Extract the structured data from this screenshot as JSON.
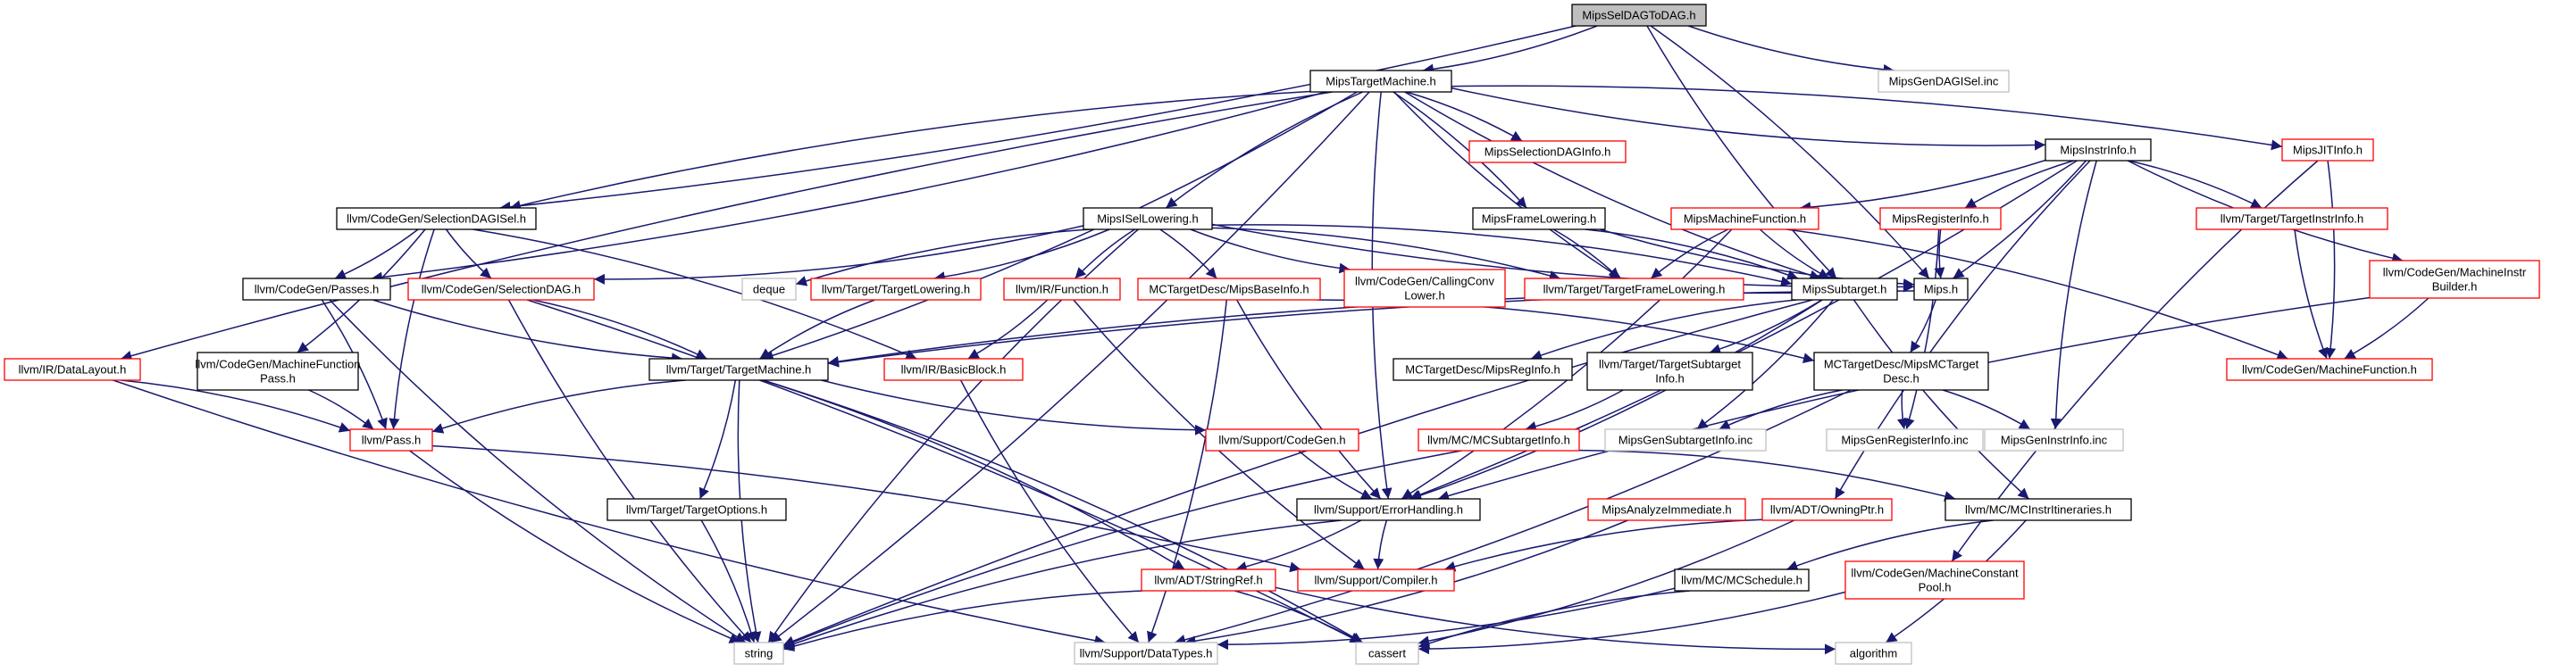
{
  "colors": {
    "edge": "#191970",
    "root_fill": "#bfbfbf",
    "black_border": "#000000",
    "red_border": "#ff0000",
    "gray_border": "#bfbfbf"
  },
  "nodes": {
    "root": {
      "label": [
        "MipsSelDAGToDAG.h"
      ],
      "style": "root"
    },
    "mtm": {
      "label": [
        "MipsTargetMachine.h"
      ],
      "style": "black"
    },
    "mgdis": {
      "label": [
        "MipsGenDAGISel.inc"
      ],
      "style": "gray"
    },
    "sdis": {
      "label": [
        "llvm/CodeGen/SelectionDAGISel.h"
      ],
      "style": "black"
    },
    "msdi": {
      "label": [
        "MipsSelectionDAGInfo.h"
      ],
      "style": "red"
    },
    "mii": {
      "label": [
        "MipsInstrInfo.h"
      ],
      "style": "black"
    },
    "mjit": {
      "label": [
        "MipsJITInfo.h"
      ],
      "style": "red"
    },
    "msl": {
      "label": [
        "MipsISelLowering.h"
      ],
      "style": "black"
    },
    "mfl": {
      "label": [
        "MipsFrameLowering.h"
      ],
      "style": "black"
    },
    "mmf": {
      "label": [
        "MipsMachineFunction.h"
      ],
      "style": "red"
    },
    "mri": {
      "label": [
        "MipsRegisterInfo.h"
      ],
      "style": "red"
    },
    "tii": {
      "label": [
        "llvm/Target/TargetInstrInfo.h"
      ],
      "style": "red"
    },
    "mib": {
      "label": [
        "llvm/CodeGen/MachineInstr",
        "Builder.h"
      ],
      "style": "red"
    },
    "passes": {
      "label": [
        "llvm/CodeGen/Passes.h"
      ],
      "style": "black"
    },
    "sdag": {
      "label": [
        "llvm/CodeGen/SelectionDAG.h"
      ],
      "style": "red"
    },
    "deque": {
      "label": [
        "deque"
      ],
      "style": "gray"
    },
    "tl": {
      "label": [
        "llvm/Target/TargetLowering.h"
      ],
      "style": "red"
    },
    "func": {
      "label": [
        "llvm/IR/Function.h"
      ],
      "style": "red"
    },
    "mbi": {
      "label": [
        "MCTargetDesc/MipsBaseInfo.h"
      ],
      "style": "red"
    },
    "ccl": {
      "label": [
        "llvm/CodeGen/CallingConv",
        "Lower.h"
      ],
      "style": "red"
    },
    "tfl": {
      "label": [
        "llvm/Target/TargetFrameLowering.h"
      ],
      "style": "red"
    },
    "ms": {
      "label": [
        "MipsSubtarget.h"
      ],
      "style": "black"
    },
    "mips": {
      "label": [
        "Mips.h"
      ],
      "style": "black"
    },
    "dl": {
      "label": [
        "llvm/IR/DataLayout.h"
      ],
      "style": "red"
    },
    "mfp": {
      "label": [
        "llvm/CodeGen/MachineFunction",
        "Pass.h"
      ],
      "style": "black"
    },
    "ttm": {
      "label": [
        "llvm/Target/TargetMachine.h"
      ],
      "style": "black"
    },
    "bb": {
      "label": [
        "llvm/IR/BasicBlock.h"
      ],
      "style": "red"
    },
    "mreg": {
      "label": [
        "MCTargetDesc/MipsRegInfo.h"
      ],
      "style": "black"
    },
    "tsi": {
      "label": [
        "llvm/Target/TargetSubtarget",
        "Info.h"
      ],
      "style": "black"
    },
    "mmctd": {
      "label": [
        "MCTargetDesc/MipsMCTarget",
        "Desc.h"
      ],
      "style": "black"
    },
    "mf": {
      "label": [
        "llvm/CodeGen/MachineFunction.h"
      ],
      "style": "red"
    },
    "pass": {
      "label": [
        "llvm/Pass.h"
      ],
      "style": "red"
    },
    "cg": {
      "label": [
        "llvm/Support/CodeGen.h"
      ],
      "style": "red"
    },
    "mcsti": {
      "label": [
        "llvm/MC/MCSubtargetInfo.h"
      ],
      "style": "red"
    },
    "mgsi": {
      "label": [
        "MipsGenSubtargetInfo.inc"
      ],
      "style": "gray"
    },
    "mgri": {
      "label": [
        "MipsGenRegisterInfo.inc"
      ],
      "style": "gray"
    },
    "mgii": {
      "label": [
        "MipsGenInstrInfo.inc"
      ],
      "style": "gray"
    },
    "to": {
      "label": [
        "llvm/Target/TargetOptions.h"
      ],
      "style": "black"
    },
    "eh": {
      "label": [
        "llvm/Support/ErrorHandling.h"
      ],
      "style": "black"
    },
    "mai": {
      "label": [
        "MipsAnalyzeImmediate.h"
      ],
      "style": "red"
    },
    "op": {
      "label": [
        "llvm/ADT/OwningPtr.h"
      ],
      "style": "red"
    },
    "mcii": {
      "label": [
        "llvm/MC/MCInstrItineraries.h"
      ],
      "style": "black"
    },
    "sr": {
      "label": [
        "llvm/ADT/StringRef.h"
      ],
      "style": "red"
    },
    "comp": {
      "label": [
        "llvm/Support/Compiler.h"
      ],
      "style": "red"
    },
    "mcs": {
      "label": [
        "llvm/MC/MCSchedule.h"
      ],
      "style": "black"
    },
    "mcp": {
      "label": [
        "llvm/CodeGen/MachineConstant",
        "Pool.h"
      ],
      "style": "red"
    },
    "string": {
      "label": [
        "string"
      ],
      "style": "gray"
    },
    "dt": {
      "label": [
        "llvm/Support/DataTypes.h"
      ],
      "style": "gray"
    },
    "cassert": {
      "label": [
        "cassert"
      ],
      "style": "gray"
    },
    "algo": {
      "label": [
        "algorithm"
      ],
      "style": "gray"
    }
  },
  "edges": [
    [
      "root",
      "mtm"
    ],
    [
      "root",
      "mgdis"
    ],
    [
      "root",
      "sdis"
    ],
    [
      "root",
      "ms"
    ],
    [
      "root",
      "mips"
    ],
    [
      "mtm",
      "sdis"
    ],
    [
      "mtm",
      "msdi"
    ],
    [
      "mtm",
      "mii"
    ],
    [
      "mtm",
      "mjit"
    ],
    [
      "mtm",
      "msl"
    ],
    [
      "mtm",
      "mfl"
    ],
    [
      "mtm",
      "ms"
    ],
    [
      "mtm",
      "passes"
    ],
    [
      "mtm",
      "dl"
    ],
    [
      "mtm",
      "ttm"
    ],
    [
      "mtm",
      "tfl"
    ],
    [
      "mtm",
      "string"
    ],
    [
      "mtm",
      "eh"
    ],
    [
      "mii",
      "mmf"
    ],
    [
      "mii",
      "mri"
    ],
    [
      "mii",
      "tii"
    ],
    [
      "mii",
      "mib"
    ],
    [
      "mii",
      "mips"
    ],
    [
      "mii",
      "mgii"
    ],
    [
      "mii",
      "eh"
    ],
    [
      "mii",
      "op"
    ],
    [
      "mjit",
      "mf"
    ],
    [
      "mjit",
      "mcp"
    ],
    [
      "mfl",
      "ms"
    ],
    [
      "mfl",
      "mips"
    ],
    [
      "mfl",
      "tfl"
    ],
    [
      "mmf",
      "ms"
    ],
    [
      "mmf",
      "mf"
    ],
    [
      "mmf",
      "tfl"
    ],
    [
      "mmf",
      "eh"
    ],
    [
      "mri",
      "mips"
    ],
    [
      "mri",
      "mgri"
    ],
    [
      "tii",
      "mf"
    ],
    [
      "mib",
      "mf"
    ],
    [
      "mib",
      "eh"
    ],
    [
      "msl",
      "ms"
    ],
    [
      "msl",
      "mips"
    ],
    [
      "msl",
      "sdag"
    ],
    [
      "msl",
      "deque"
    ],
    [
      "msl",
      "tl"
    ],
    [
      "msl",
      "func"
    ],
    [
      "msl",
      "mbi"
    ],
    [
      "msl",
      "ccl"
    ],
    [
      "msl",
      "tfl"
    ],
    [
      "msl",
      "string"
    ],
    [
      "sdis",
      "passes"
    ],
    [
      "sdis",
      "sdag"
    ],
    [
      "sdis",
      "bb"
    ],
    [
      "sdis",
      "pass"
    ],
    [
      "sdis",
      "mfp"
    ],
    [
      "passes",
      "ttm"
    ],
    [
      "passes",
      "pass"
    ],
    [
      "passes",
      "string"
    ],
    [
      "sdag",
      "ttm"
    ],
    [
      "sdag",
      "string"
    ],
    [
      "sdag",
      "cassert"
    ],
    [
      "tl",
      "ttm"
    ],
    [
      "func",
      "bb"
    ],
    [
      "func",
      "comp"
    ],
    [
      "mbi",
      "mmctd"
    ],
    [
      "mbi",
      "eh"
    ],
    [
      "mbi",
      "dt"
    ],
    [
      "ms",
      "ttm"
    ],
    [
      "ms",
      "tsi"
    ],
    [
      "ms",
      "mreg"
    ],
    [
      "ms",
      "mgsi"
    ],
    [
      "ms",
      "mcii"
    ],
    [
      "ms",
      "eh"
    ],
    [
      "ms",
      "string"
    ],
    [
      "mips",
      "mmctd"
    ],
    [
      "mips",
      "ttm"
    ],
    [
      "dl",
      "pass"
    ],
    [
      "dl",
      "dt"
    ],
    [
      "mfp",
      "pass"
    ],
    [
      "ttm",
      "pass"
    ],
    [
      "ttm",
      "to"
    ],
    [
      "ttm",
      "cg"
    ],
    [
      "ttm",
      "sr"
    ],
    [
      "ttm",
      "string"
    ],
    [
      "ttm",
      "cassert"
    ],
    [
      "bb",
      "dt"
    ],
    [
      "tsi",
      "mcsti"
    ],
    [
      "mmctd",
      "mgri"
    ],
    [
      "mmctd",
      "mgii"
    ],
    [
      "mmctd",
      "mgsi"
    ],
    [
      "mmctd",
      "dt"
    ],
    [
      "pass",
      "string"
    ],
    [
      "pass",
      "comp"
    ],
    [
      "cg",
      "eh"
    ],
    [
      "mcsti",
      "mcii"
    ],
    [
      "mcsti",
      "string"
    ],
    [
      "to",
      "string"
    ],
    [
      "eh",
      "comp"
    ],
    [
      "eh",
      "sr"
    ],
    [
      "eh",
      "string"
    ],
    [
      "mai",
      "dt"
    ],
    [
      "op",
      "comp"
    ],
    [
      "op",
      "cassert"
    ],
    [
      "mcii",
      "mcs"
    ],
    [
      "mcii",
      "algo"
    ],
    [
      "sr",
      "string"
    ],
    [
      "sr",
      "cassert"
    ],
    [
      "sr",
      "algo"
    ],
    [
      "mcs",
      "dt"
    ],
    [
      "mcs",
      "cassert"
    ],
    [
      "mcp",
      "cassert"
    ]
  ]
}
